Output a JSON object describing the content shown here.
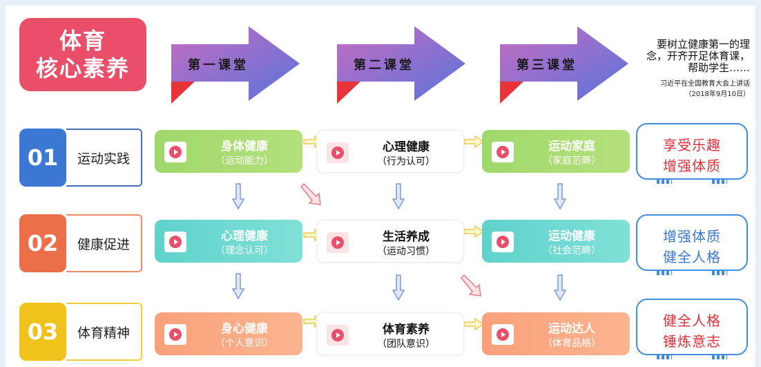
{
  "title": "体育\n核心素养",
  "columns": [
    "第一课堂",
    "第二课堂",
    "第三课堂"
  ],
  "quote": {
    "text": "要树立健康第一的理念，开齐开足体育课，帮助学生……",
    "source": "习近平在全国教育大会上讲话",
    "date": "（2018年9月10日）"
  },
  "rows": [
    {
      "num": "01",
      "label": "运动实践",
      "num_color": "#3a78d4",
      "border_color": "#4a6fb0",
      "nodes": [
        {
          "title": "身体健康",
          "sub": "（运动能力）"
        },
        {
          "title": "心理健康",
          "sub": "（行为认可）"
        },
        {
          "title": "运动家庭",
          "sub": "（家庭范畴）"
        }
      ],
      "result": [
        "享受乐趣",
        "增强体质"
      ],
      "result_color": "#e0303a"
    },
    {
      "num": "02",
      "label": "健康促进",
      "num_color": "#ec6f4a",
      "border_color": "#ee8a66",
      "nodes": [
        {
          "title": "心理健康",
          "sub": "（理念认可）"
        },
        {
          "title": "生活养成",
          "sub": "（运动习惯）"
        },
        {
          "title": "运动健康",
          "sub": "（社会范畴）"
        }
      ],
      "result": [
        "增强体质",
        "健全人格"
      ],
      "result_color": "#3a78d4"
    },
    {
      "num": "03",
      "label": "体育精神",
      "num_color": "#f2c21c",
      "border_color": "#f3cc3a",
      "nodes": [
        {
          "title": "身心健康",
          "sub": "（个人意识）"
        },
        {
          "title": "体育素养",
          "sub": "（团队意识）"
        },
        {
          "title": "运动达人",
          "sub": "（体育品格）"
        }
      ],
      "result": [
        "健全人格",
        "锤炼意志"
      ],
      "result_color": "#e0303a"
    }
  ]
}
